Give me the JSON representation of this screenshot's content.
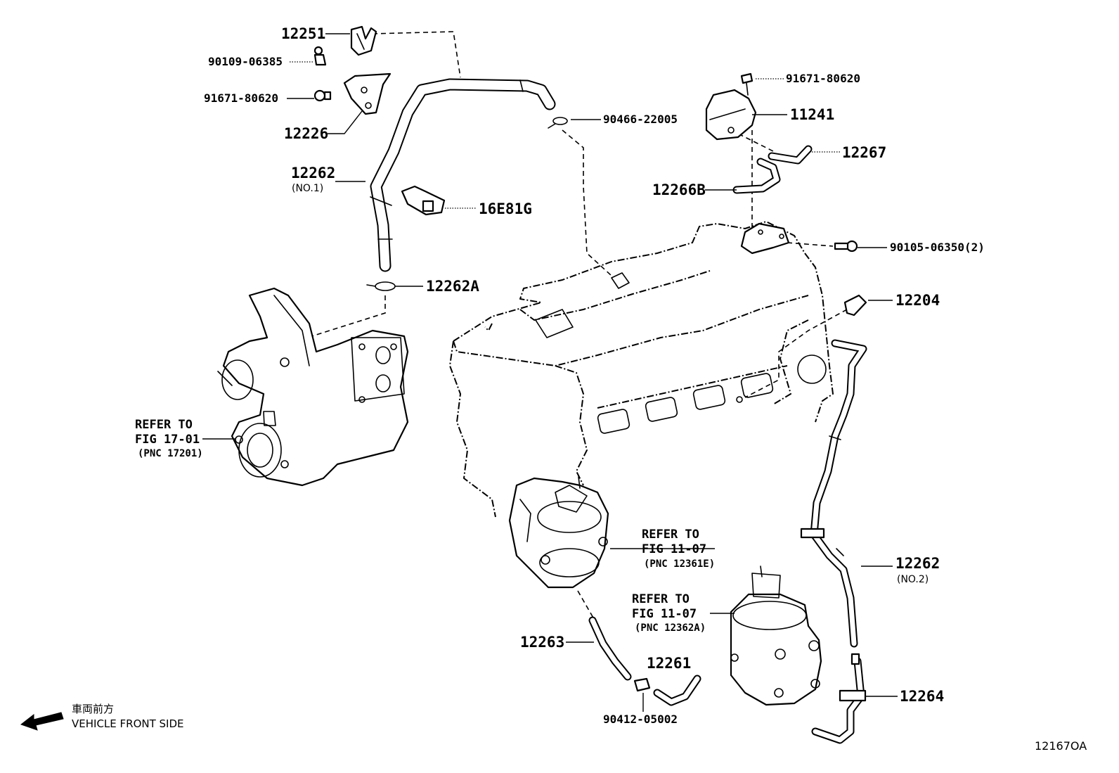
{
  "parts": {
    "p12251": "12251",
    "p90109": "90109-06385",
    "p91671a": "91671-80620",
    "p12226": "12226",
    "p90466": "90466-22005",
    "p12262no1": "12262",
    "p12262no1_sub": "(NO.1)",
    "p16e81g": "16E81G",
    "p12262a": "12262A",
    "p91671b": "91671-80620",
    "p11241": "11241",
    "p12267": "12267",
    "p12266b": "12266B",
    "p90105": "90105-06350(2)",
    "p12204": "12204",
    "p12262no2": "12262",
    "p12262no2_sub": "(NO.2)",
    "p12263": "12263",
    "p12261": "12261",
    "p90412": "90412-05002",
    "p12264": "12264"
  },
  "refs": {
    "r1_line1": "REFER TO",
    "r1_line2": "FIG 17-01",
    "r1_line3": "(PNC 17201)",
    "r2_line1": "REFER TO",
    "r2_line2": "FIG 11-07",
    "r2_line3": "(PNC 12361E)",
    "r3_line1": "REFER TO",
    "r3_line2": "FIG 11-07",
    "r3_line3": "(PNC 12362A)"
  },
  "front": {
    "kanji": "車両前方",
    "label": "VEHICLE FRONT SIDE"
  },
  "figure_id": "12167OA",
  "icons": {
    "front_arrow": "arrow-down-left-icon"
  }
}
